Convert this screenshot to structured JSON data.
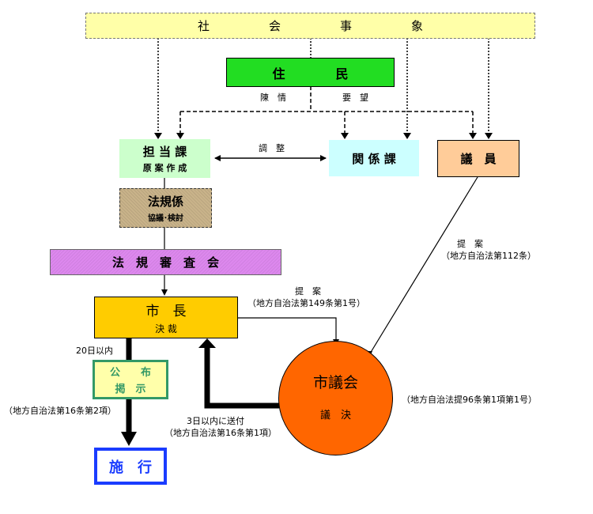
{
  "social_events": {
    "label": "社　　　　　会　　　　　事　　　　　象"
  },
  "residents": {
    "label": "住　　　　民"
  },
  "petition": {
    "label": "陳　情",
    "label2": "要　望"
  },
  "department": {
    "title": "担 当 課",
    "sub": "原 案 作 成"
  },
  "coordination": {
    "label": "調　整"
  },
  "related_dept": {
    "label": "関 係 課"
  },
  "council_member": {
    "label": "議　員"
  },
  "legal_section": {
    "title": "法規係",
    "sub": "協議･検討"
  },
  "legal_review": {
    "label": "法　規　審　査　会"
  },
  "mayor": {
    "title": "市　長",
    "sub": "決 裁"
  },
  "proposal_mayor": {
    "label": "提　案",
    "law": "（地方自治法第149条第1号）"
  },
  "proposal_member": {
    "label": "提　案",
    "law": "（地方自治法第112条）"
  },
  "assembly": {
    "title": "市議会",
    "sub": "議　決",
    "law": "（地方自治法提96条第1項第1号）"
  },
  "send_back": {
    "label": "3日以内に送付",
    "law": "（地方自治法第16条第1項）"
  },
  "promulgation": {
    "title": "公　　布",
    "sub": "掲　示",
    "deadline": "20日以内",
    "law": "（地方自治法第16条第2項）"
  },
  "enforcement": {
    "label": "施　行"
  }
}
